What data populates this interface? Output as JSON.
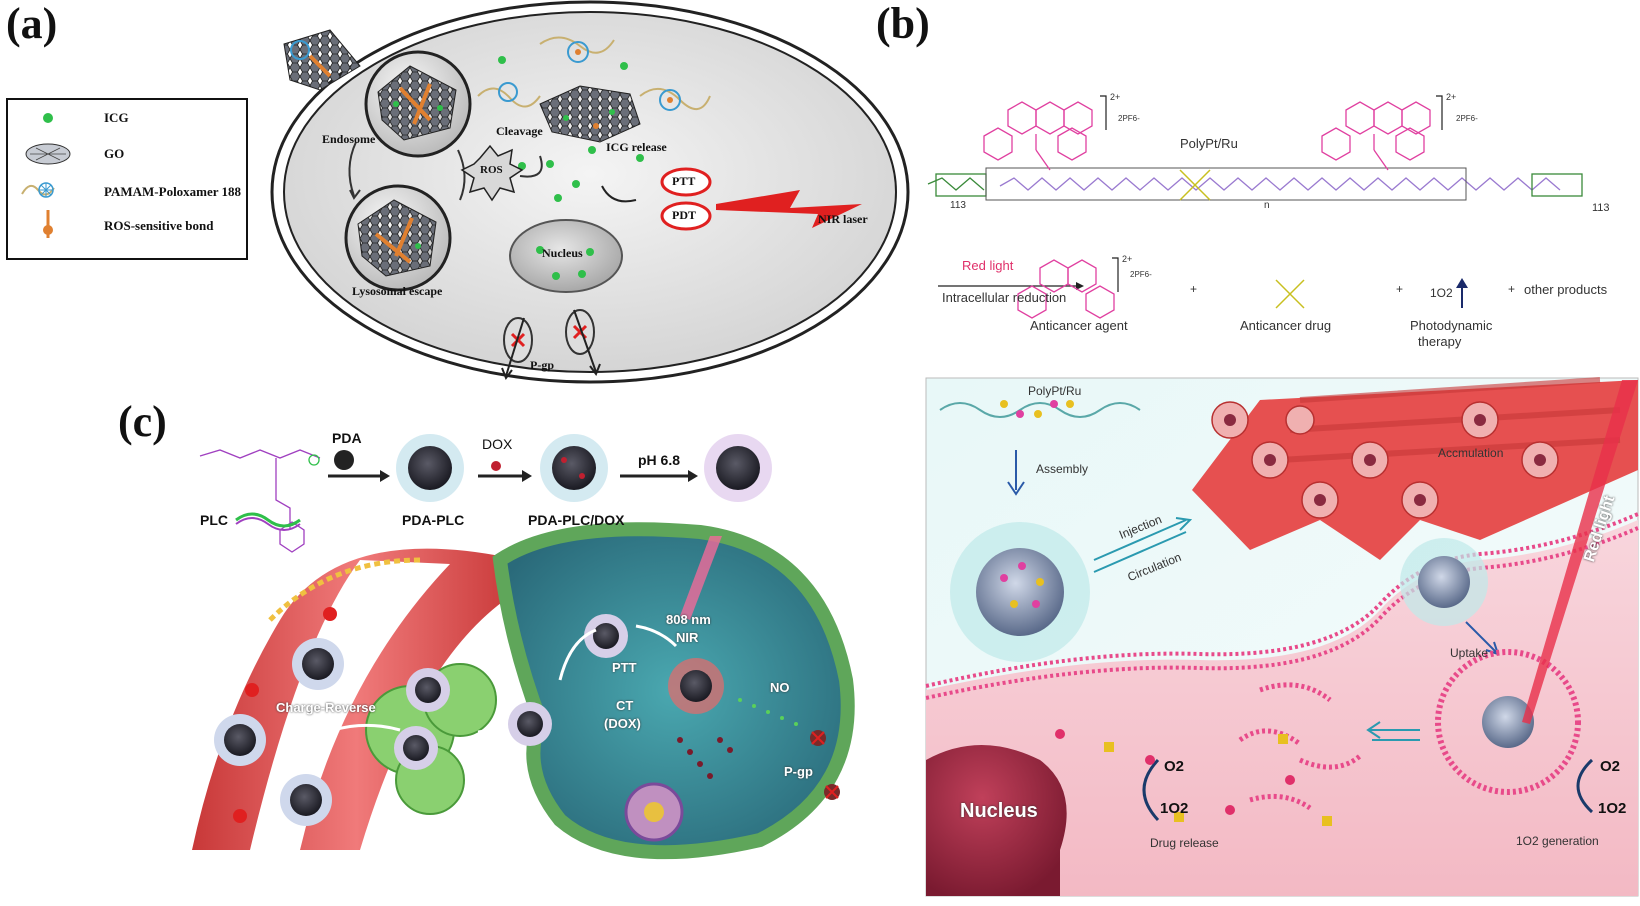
{
  "panels": {
    "a": {
      "letter": "(a)",
      "legend": [
        {
          "label": "ICG",
          "icon": "green-dot-icon"
        },
        {
          "label": "GO",
          "icon": "graphene-sheet-icon"
        },
        {
          "label": "PAMAM-Poloxamer 188",
          "icon": "polymer-icon"
        },
        {
          "label": "ROS-sensitive bond",
          "icon": "bond-icon"
        }
      ],
      "labels": {
        "endosome": "Endosome",
        "cleavage": "Cleavage",
        "icg_release": "ICG release",
        "ros": "ROS",
        "ptt": "PTT",
        "pdt": "PDT",
        "nir_laser": "NIR laser",
        "nucleus": "Nucleus",
        "lysosomal_escape": "Lysosomal escape",
        "pgp": "P-gp"
      }
    },
    "b": {
      "letter": "(b)",
      "polymer_name": "PolyPt/Ru",
      "subscript_left": "113",
      "subscript_right": "113",
      "subscript_n": "n",
      "charge_left": "2+",
      "charge_right": "2+",
      "charge_product": "2+",
      "counter_ion": "2PF6-",
      "red_light": "Red light",
      "intracellular_reduction": "Intracellular reduction",
      "product_1": "Anticancer agent",
      "product_2": "Anticancer drug",
      "product_3_line1": "Photodynamic",
      "product_3_line2": "therapy",
      "singlet_oxygen": "1O2",
      "other_products": "other products",
      "plus": "+",
      "scene": {
        "polymer_label": "PolyPt/Ru",
        "assembly": "Assembly",
        "injection": "Injection",
        "circulation": "Circulation",
        "accumulation": "Accmulation",
        "uptake": "Uptake",
        "red_light_beam": "Red light",
        "nucleus": "Nucleus",
        "drug_release": "Drug release",
        "o2": "O2",
        "singlet_o2": "1O2",
        "generation": "1O2 generation"
      }
    },
    "c": {
      "letter": "(c)",
      "pda": "PDA",
      "dox": "DOX",
      "ph": "pH 6.8",
      "plc": "PLC",
      "pda_plc": "PDA-PLC",
      "pda_plc_dox": "PDA-PLC/DOX",
      "charge_reverse": "Charge-Reverse",
      "nir_808_line1": "808 nm",
      "nir_808_line2": "NIR",
      "ptt": "PTT",
      "ct_line1": "CT",
      "ct_line2": "(DOX)",
      "no": "NO",
      "pgp": "P-gp"
    }
  },
  "colors": {
    "icg_green": "#2fbf4a",
    "pink_ruthenium": "#e040a0",
    "platinum_yellow": "#c8c020",
    "peg_green": "#3a8a3a",
    "linker_purple": "#9a7ad0",
    "vessel_red": "#e0453a",
    "tumor_green": "#5fa65a",
    "cell_pink": "#f8c6cf",
    "nucleus_maroon": "#9a1f3a"
  }
}
